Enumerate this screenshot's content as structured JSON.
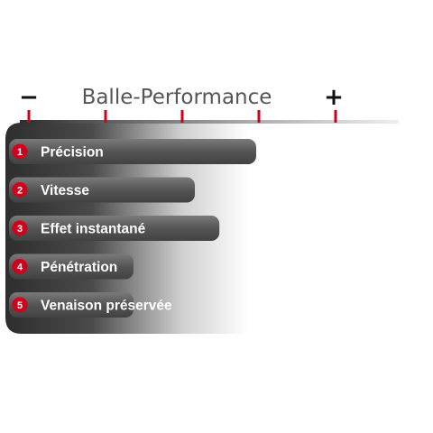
{
  "chart_data": {
    "type": "bar",
    "orientation": "horizontal",
    "title": "Balle-Performance",
    "scale_min_label": "−",
    "scale_max_label": "+",
    "scale_ticks": 5,
    "xlim": [
      0,
      5
    ],
    "categories": [
      {
        "number": "1",
        "label": "Précision"
      },
      {
        "number": "2",
        "label": "Vitesse"
      },
      {
        "number": "3",
        "label": "Effet instantané"
      },
      {
        "number": "4",
        "label": "Pénétration"
      },
      {
        "number": "5",
        "label": "Venaison préservée"
      }
    ],
    "values": [
      4.0,
      3.0,
      3.4,
      2.0,
      2.0
    ],
    "colors": {
      "accent": "#d0021b",
      "bar": "#555555",
      "panel": "#3a3a3a",
      "title": "#555555"
    }
  }
}
